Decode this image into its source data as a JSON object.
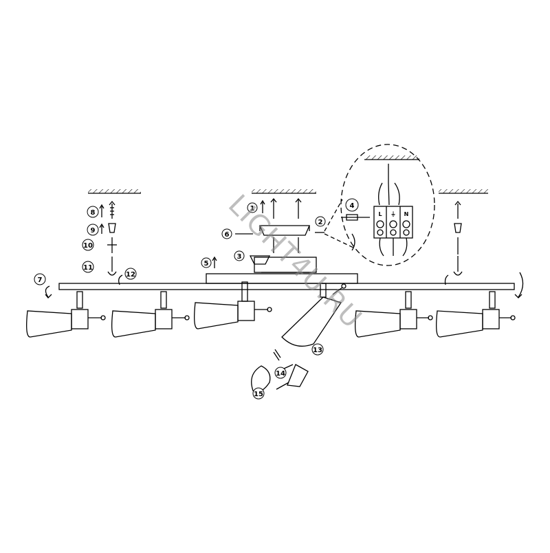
{
  "diagram": {
    "step_numbers": [
      "1",
      "2",
      "3",
      "4",
      "5",
      "6",
      "7",
      "8",
      "9",
      "10",
      "11",
      "12",
      "13",
      "14",
      "15"
    ],
    "terminal_labels": [
      "L",
      "⏚",
      "N"
    ],
    "watermark": "LIGHT4U.RU",
    "colors": {
      "line": "#000000",
      "hatch": "#000000",
      "background": "#ffffff",
      "watermark": "#888888"
    }
  }
}
